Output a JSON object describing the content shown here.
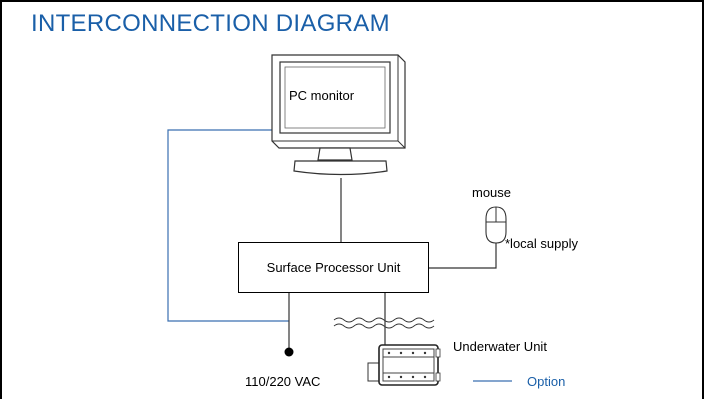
{
  "title": "INTERCONNECTION DIAGRAM",
  "colors": {
    "accent": "#1a5fa8",
    "line": "#333333",
    "option_line": "#3a6fb0"
  },
  "nodes": {
    "monitor": {
      "label": "PC monitor",
      "icon": "monitor-icon"
    },
    "spu": {
      "label": "Surface Processor Unit"
    },
    "mouse": {
      "label": "mouse",
      "note": "*local supply",
      "icon": "mouse-icon"
    },
    "underwater": {
      "label": "Underwater Unit",
      "icon": "underwater-unit-icon"
    },
    "power": {
      "label": "110/220 VAC",
      "icon": "power-node-icon"
    }
  },
  "legend": {
    "label": "Option"
  }
}
